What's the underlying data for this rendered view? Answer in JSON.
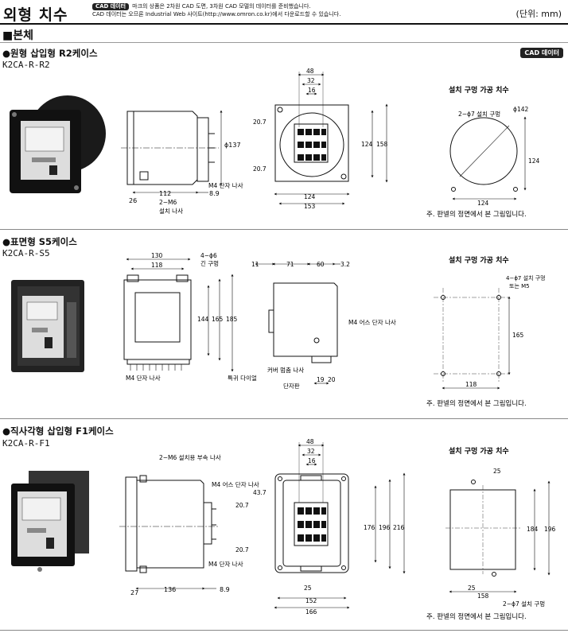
{
  "header": {
    "title": "외형 치수",
    "badge": "CAD 데이터",
    "note_line1": "마크의 상품은 2차원 CAD 도면, 3차원 CAD 모델의 데이터를 준비했습니다.",
    "note_line2": "CAD 데이터는 오므론 Industrial Web 사이트(http://www.omron.co.kr)에서 다운로드할 수 있습니다.",
    "unit": "(단위: mm)"
  },
  "section": {
    "heading": "■본체"
  },
  "cad_button": "CAD 데이터",
  "r2": {
    "title": "●원형 삽입형 R2케이스",
    "model": "K2CA-R-R2",
    "cutout_title": "설치 구멍 가공 치수",
    "note": "주.  판넬의 정면에서 본 그림입니다.",
    "dims": {
      "d48": "48",
      "d32": "32",
      "d16": "16",
      "d20a": "20.7",
      "d20b": "20.7",
      "d124v": "124",
      "d158": "158",
      "d124h": "124",
      "d153": "153",
      "d137": "ϕ137",
      "d112": "112",
      "d26": "26",
      "d8": "8.9",
      "m4": "M4 단자 나사",
      "m6a": "2−M6",
      "m6b": "설치 나사",
      "hole": "2−ϕ7 설치 구멍",
      "d142": "ϕ142",
      "c124v": "124",
      "c124h": "124"
    }
  },
  "s5": {
    "title": "●표면형 S5케이스",
    "model": "K2CA-R-S5",
    "cutout_title": "설치 구멍 가공 치수",
    "note": "주.  판넬의 정면에서 본 그림입니다.",
    "dims": {
      "d130": "130",
      "d118": "118",
      "d4": "4−ϕ6",
      "d4b": "긴 구멍",
      "d144": "144",
      "d165": "165",
      "d185": "185",
      "m4": "M4 단자 나사",
      "d11": "11",
      "d71": "71",
      "d60": "60",
      "d3": "3.2",
      "ground": "M4 어스 단자 나사",
      "diode": "특귀 다이얼",
      "cover": "커버 멈춤 나사",
      "terminal": "단자판",
      "d19": "19",
      "d20": "20",
      "hole1": "4−ϕ7 설치 구멍",
      "hole2": "또는 M5",
      "c165": "165",
      "c118": "118"
    }
  },
  "f1": {
    "title": "●직사각형 삽입형 F1케이스",
    "model": "K2CA-R-F1",
    "cutout_title": "설치 구멍 가공 치수",
    "note": "주.  판넬의 정면에서 본 그림입니다.",
    "dims": {
      "m6": "2−M6 설치용 부속 나사",
      "ground": "M4 어스 단자 나사",
      "m4": "M4 단자 나사",
      "d27": "27",
      "d136": "136",
      "d8": "8.9",
      "d48": "48",
      "d32": "32",
      "d16": "16",
      "d43": "43.7",
      "d20a": "20.7",
      "d20b": "20.7",
      "d176": "176",
      "d196": "196",
      "d216": "216",
      "d25": "25",
      "d152": "152",
      "d166": "166",
      "c25a": "25",
      "c184": "184",
      "c196": "196",
      "c25b": "25",
      "c158": "158",
      "hole": "2−ϕ7 설치 구멍"
    }
  }
}
